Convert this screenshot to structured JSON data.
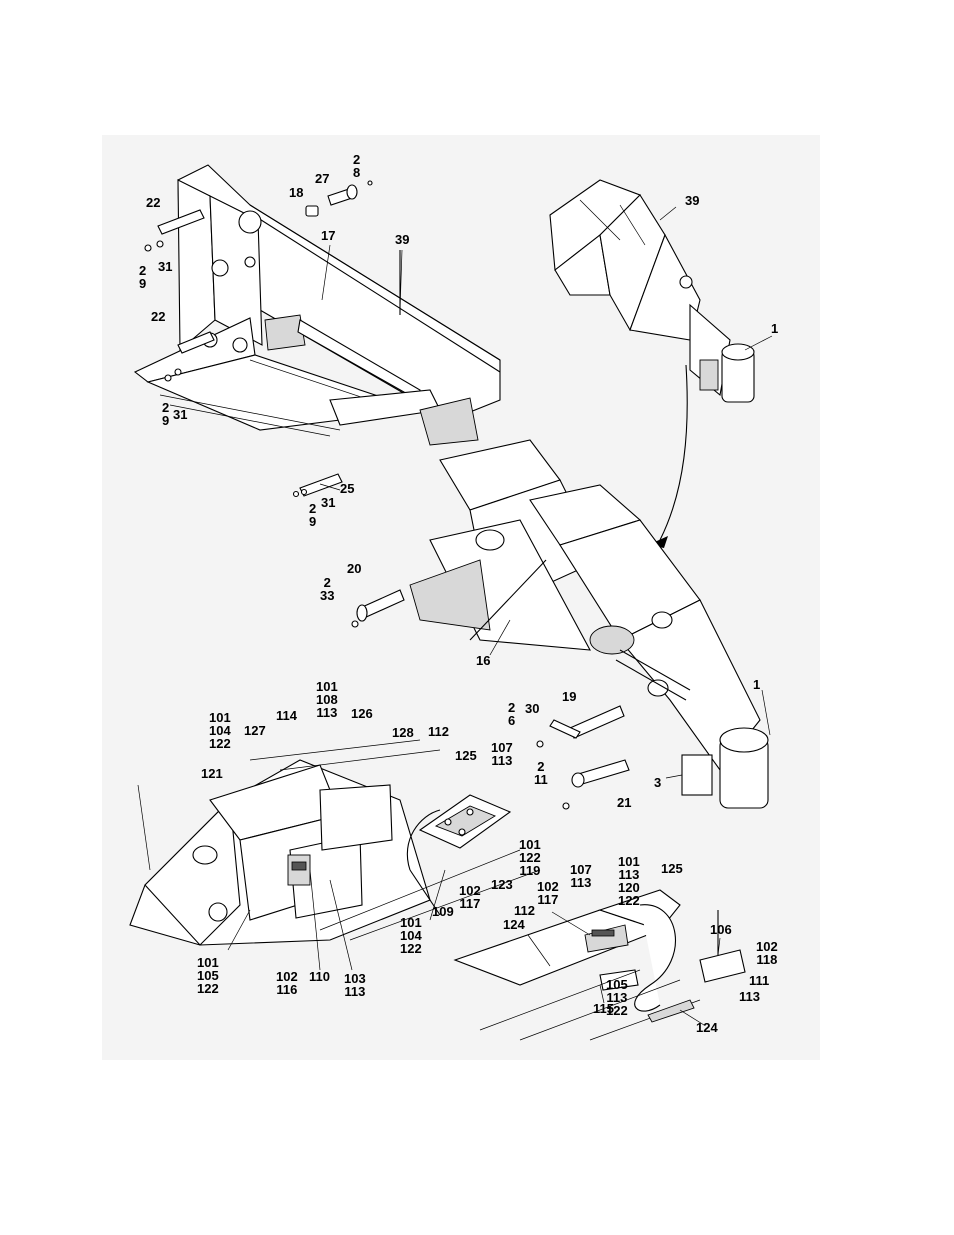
{
  "figure": {
    "callouts": [
      {
        "id": "c01",
        "text": "2\n8"
      },
      {
        "id": "c02",
        "text": "27"
      },
      {
        "id": "c03",
        "text": "18"
      },
      {
        "id": "c04",
        "text": "22"
      },
      {
        "id": "c05",
        "text": "17"
      },
      {
        "id": "c06",
        "text": "39"
      },
      {
        "id": "c07",
        "text": "2\n9"
      },
      {
        "id": "c08",
        "text": "31"
      },
      {
        "id": "c09",
        "text": "22"
      },
      {
        "id": "c10",
        "text": "2\n9"
      },
      {
        "id": "c11",
        "text": "31"
      },
      {
        "id": "c12",
        "text": "39"
      },
      {
        "id": "c13",
        "text": "1"
      },
      {
        "id": "c14",
        "text": "25"
      },
      {
        "id": "c15",
        "text": "31"
      },
      {
        "id": "c16",
        "text": "2\n9"
      },
      {
        "id": "c17",
        "text": "20"
      },
      {
        "id": "c18",
        "text": "2\n33"
      },
      {
        "id": "c19",
        "text": "16"
      },
      {
        "id": "c20",
        "text": "1"
      },
      {
        "id": "c21",
        "text": "19"
      },
      {
        "id": "c22",
        "text": "2\n6"
      },
      {
        "id": "c23",
        "text": "30"
      },
      {
        "id": "c24",
        "text": "2\n11"
      },
      {
        "id": "c25",
        "text": "21"
      },
      {
        "id": "c26",
        "text": "3"
      },
      {
        "id": "c27",
        "text": "101\n108\n113"
      },
      {
        "id": "c28",
        "text": "101\n104\n122"
      },
      {
        "id": "c29",
        "text": "114"
      },
      {
        "id": "c30",
        "text": "126"
      },
      {
        "id": "c31",
        "text": "127"
      },
      {
        "id": "c32",
        "text": "128"
      },
      {
        "id": "c33",
        "text": "112"
      },
      {
        "id": "c34",
        "text": "107\n113"
      },
      {
        "id": "c35",
        "text": "125"
      },
      {
        "id": "c36",
        "text": "121"
      },
      {
        "id": "c37",
        "text": "101\n122\n119"
      },
      {
        "id": "c38",
        "text": "123"
      },
      {
        "id": "c39",
        "text": "102\n117"
      },
      {
        "id": "c40",
        "text": "109"
      },
      {
        "id": "c41",
        "text": "101\n104\n122"
      },
      {
        "id": "c42",
        "text": "101\n105\n122"
      },
      {
        "id": "c43",
        "text": "102\n116"
      },
      {
        "id": "c44",
        "text": "110"
      },
      {
        "id": "c45",
        "text": "103\n113"
      },
      {
        "id": "c46",
        "text": "101\n113\n120\n122"
      },
      {
        "id": "c47",
        "text": "107\n113"
      },
      {
        "id": "c48",
        "text": "102\n117"
      },
      {
        "id": "c49",
        "text": "125"
      },
      {
        "id": "c50",
        "text": "112"
      },
      {
        "id": "c51",
        "text": "124"
      },
      {
        "id": "c52",
        "text": "106"
      },
      {
        "id": "c53",
        "text": "102\n118"
      },
      {
        "id": "c54",
        "text": "111"
      },
      {
        "id": "c55",
        "text": "113"
      },
      {
        "id": "c56",
        "text": "105\n113\n122"
      },
      {
        "id": "c57",
        "text": "115"
      },
      {
        "id": "c58",
        "text": "124"
      }
    ]
  }
}
